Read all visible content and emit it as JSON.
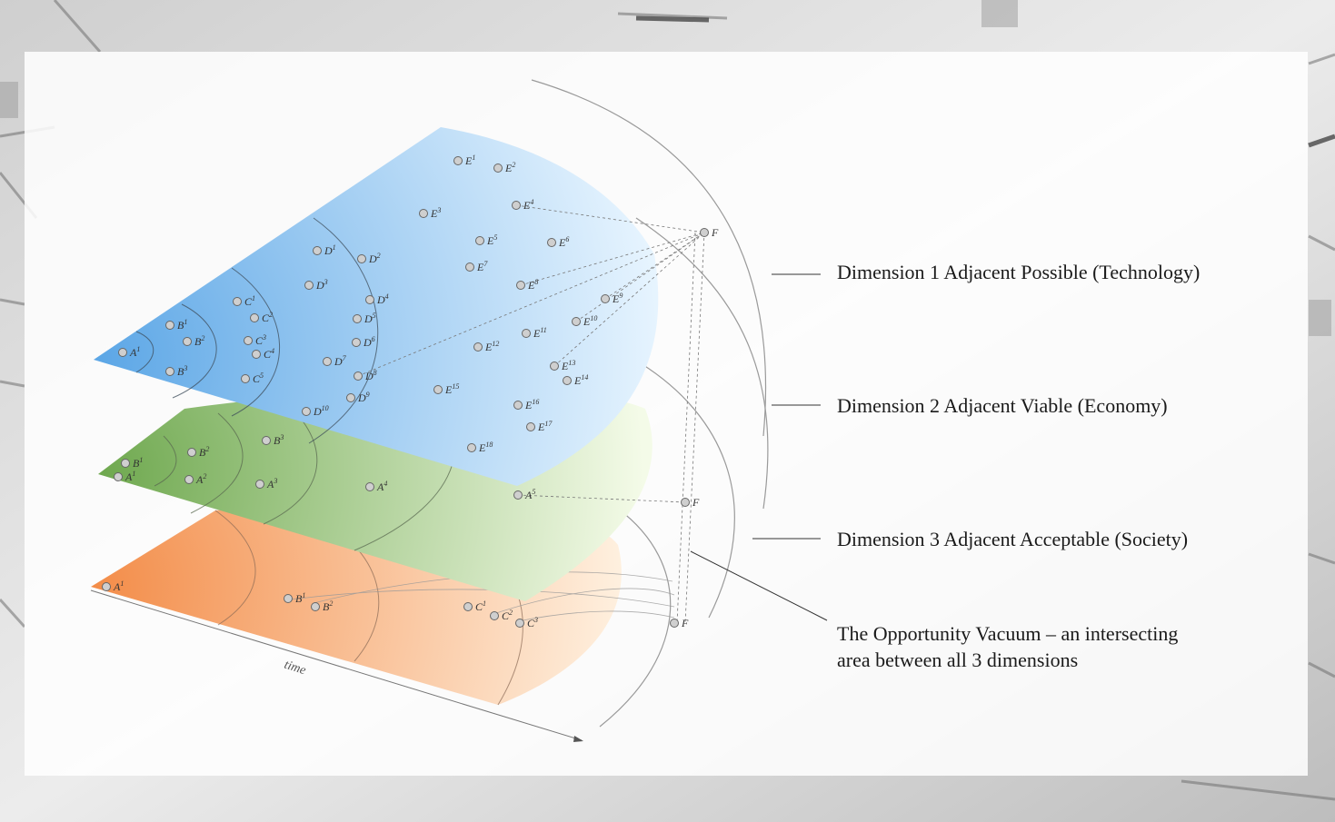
{
  "legend": {
    "dimension_1": "Dimension 1 Adjacent Possible (Technology)",
    "dimension_2": "Dimension 2 Adjacent Viable (Economy)",
    "dimension_3": "Dimension 3 Adjacent Acceptable (Society)",
    "vacuum_line1": "The Opportunity Vacuum – an intersecting",
    "vacuum_line2": "area between all 3 dimensions"
  },
  "axis_label": "time",
  "colors": {
    "layer_1_inner": "#5ba6e6",
    "layer_1_outer": "#eaf6ff",
    "layer_2_inner": "#6ea84e",
    "layer_2_outer": "#f4fbe8",
    "layer_3_inner": "#f38c48",
    "layer_3_outer": "#fff6e8"
  },
  "layers": {
    "technology": {
      "nodes": [
        {
          "id": "A1",
          "letter": "A",
          "sub": "1"
        },
        {
          "id": "B1",
          "letter": "B",
          "sub": "1"
        },
        {
          "id": "B2",
          "letter": "B",
          "sub": "2"
        },
        {
          "id": "B3",
          "letter": "B",
          "sub": "3"
        },
        {
          "id": "C1",
          "letter": "C",
          "sub": "1"
        },
        {
          "id": "C2",
          "letter": "C",
          "sub": "2"
        },
        {
          "id": "C3",
          "letter": "C",
          "sub": "3"
        },
        {
          "id": "C4",
          "letter": "C",
          "sub": "4"
        },
        {
          "id": "C5",
          "letter": "C",
          "sub": "5"
        },
        {
          "id": "D1",
          "letter": "D",
          "sub": "1"
        },
        {
          "id": "D2",
          "letter": "D",
          "sub": "2"
        },
        {
          "id": "D3",
          "letter": "D",
          "sub": "3"
        },
        {
          "id": "D4",
          "letter": "D",
          "sub": "4"
        },
        {
          "id": "D5",
          "letter": "D",
          "sub": "5"
        },
        {
          "id": "D6",
          "letter": "D",
          "sub": "6"
        },
        {
          "id": "D7",
          "letter": "D",
          "sub": "7"
        },
        {
          "id": "D8",
          "letter": "D",
          "sub": "8"
        },
        {
          "id": "D9",
          "letter": "D",
          "sub": "9"
        },
        {
          "id": "D10",
          "letter": "D",
          "sub": "10"
        },
        {
          "id": "E1",
          "letter": "E",
          "sub": "1"
        },
        {
          "id": "E2",
          "letter": "E",
          "sub": "2"
        },
        {
          "id": "E3",
          "letter": "E",
          "sub": "3"
        },
        {
          "id": "E4",
          "letter": "E",
          "sub": "4"
        },
        {
          "id": "E5",
          "letter": "E",
          "sub": "5"
        },
        {
          "id": "E6",
          "letter": "E",
          "sub": "6"
        },
        {
          "id": "E7",
          "letter": "E",
          "sub": "7"
        },
        {
          "id": "E8",
          "letter": "E",
          "sub": "8"
        },
        {
          "id": "E9",
          "letter": "E",
          "sub": "9"
        },
        {
          "id": "E10",
          "letter": "E",
          "sub": "10"
        },
        {
          "id": "E11",
          "letter": "E",
          "sub": "11"
        },
        {
          "id": "E12",
          "letter": "E",
          "sub": "12"
        },
        {
          "id": "E13",
          "letter": "E",
          "sub": "13"
        },
        {
          "id": "E14",
          "letter": "E",
          "sub": "14"
        },
        {
          "id": "E15",
          "letter": "E",
          "sub": "15"
        },
        {
          "id": "E16",
          "letter": "E",
          "sub": "16"
        },
        {
          "id": "E17",
          "letter": "E",
          "sub": "17"
        },
        {
          "id": "E18",
          "letter": "E",
          "sub": "18"
        }
      ],
      "target": {
        "letter": "F",
        "sub": ""
      }
    },
    "economy": {
      "nodes": [
        {
          "id": "B1",
          "letter": "B",
          "sub": "1"
        },
        {
          "id": "B2",
          "letter": "B",
          "sub": "2"
        },
        {
          "id": "B3",
          "letter": "B",
          "sub": "3"
        },
        {
          "id": "A1",
          "letter": "A",
          "sub": "1"
        },
        {
          "id": "A2",
          "letter": "A",
          "sub": "2"
        },
        {
          "id": "A3",
          "letter": "A",
          "sub": "3"
        },
        {
          "id": "A4",
          "letter": "A",
          "sub": "4"
        },
        {
          "id": "A5",
          "letter": "A",
          "sub": "5"
        }
      ],
      "target": {
        "letter": "F",
        "sub": ""
      }
    },
    "society": {
      "nodes": [
        {
          "id": "A1",
          "letter": "A",
          "sub": "1"
        },
        {
          "id": "B1",
          "letter": "B",
          "sub": "1"
        },
        {
          "id": "B2",
          "letter": "B",
          "sub": "2"
        },
        {
          "id": "C1",
          "letter": "C",
          "sub": "1"
        },
        {
          "id": "C2",
          "letter": "C",
          "sub": "2"
        },
        {
          "id": "C3",
          "letter": "C",
          "sub": "3"
        }
      ],
      "target": {
        "letter": "F",
        "sub": ""
      }
    }
  }
}
